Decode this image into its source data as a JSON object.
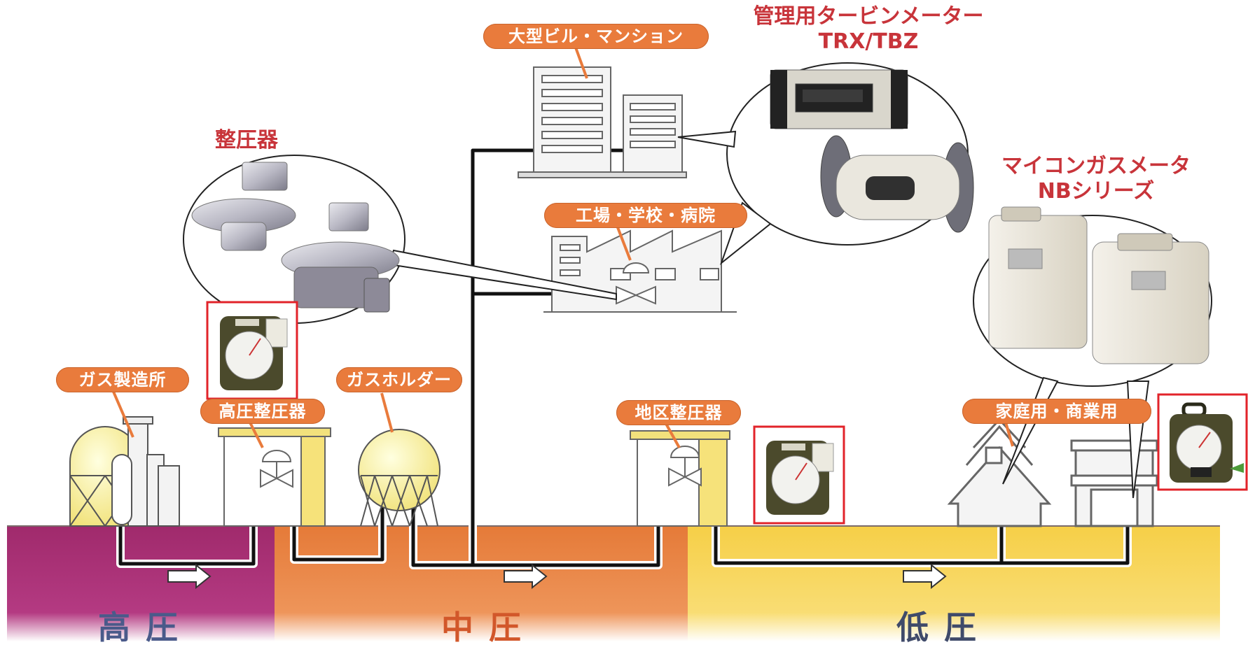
{
  "labels": {
    "gas_plant": "ガス製造所",
    "hp_regulator": "高圧整圧器",
    "gas_holder": "ガスホルダー",
    "large_building": "大型ビル・マンション",
    "factory": "工場・学校・病院",
    "district_regulator": "地区整圧器",
    "residential": "家庭用・商業用"
  },
  "titles": {
    "regulator": "整圧器",
    "turbine_line1": "管理用タービンメーター",
    "turbine_line2": "TRX/TBZ",
    "meter_line1": "マイコンガスメータ",
    "meter_line2": "NBシリーズ"
  },
  "zones": {
    "high": "高圧",
    "medium": "中圧",
    "low": "低圧"
  },
  "colors": {
    "high_pressure": "#a8296e",
    "medium_pressure": "#e8813e",
    "low_pressure": "#f8d24a",
    "label_pill": "#e97b3c",
    "title_red": "#c8343a",
    "highlight_box": "#e2232a",
    "recorder_body": "#4b4a2c"
  }
}
